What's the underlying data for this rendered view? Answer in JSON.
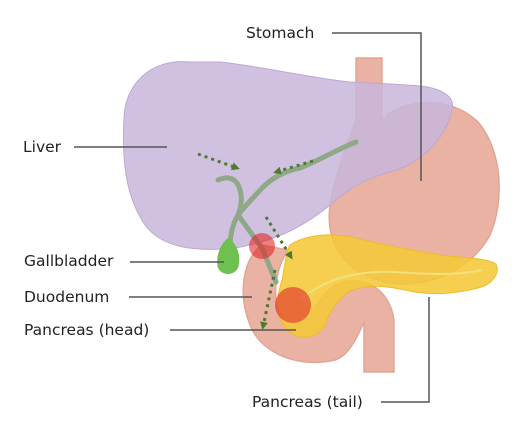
{
  "labels": {
    "stomach": "Stomach",
    "liver": "Liver",
    "gallbladder": "Gallbladder",
    "duodenum": "Duodenum",
    "pancreas_head": "Pancreas (head)",
    "pancreas_tail": "Pancreas (tail)"
  },
  "colors": {
    "liver": "#c8b6dc",
    "stomach": "#eab2a2",
    "duodenum": "#eab2a2",
    "pancreas": "#f5c838",
    "bile_ducts": "#8ea888",
    "gallbladder": "#6ec050",
    "red_marker": "#e02828",
    "flow_arrows": "#4e7a2c",
    "leader_lines": "#555555"
  }
}
